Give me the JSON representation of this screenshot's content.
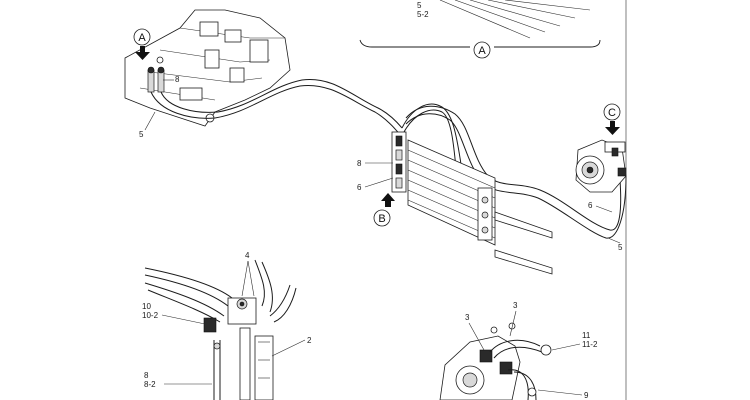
{
  "callouts": {
    "view_a_top": "A",
    "view_a_bracket": "A",
    "view_b": "B",
    "view_c": "C"
  },
  "labels": {
    "top_5": "5",
    "top_5_2": "5-2",
    "tl_8": "8",
    "tl_5": "5",
    "cond_8": "8",
    "cond_6": "6",
    "comp_6": "6",
    "comp_5": "5",
    "bl_4": "4",
    "bl_10": "10",
    "bl_10_2": "10-2",
    "bl_2": "2",
    "bl_8": "8",
    "bl_8_2": "8-2",
    "br_3a": "3",
    "br_3b": "3",
    "br_11": "11",
    "br_11_2": "11-2",
    "br_9": "9"
  }
}
